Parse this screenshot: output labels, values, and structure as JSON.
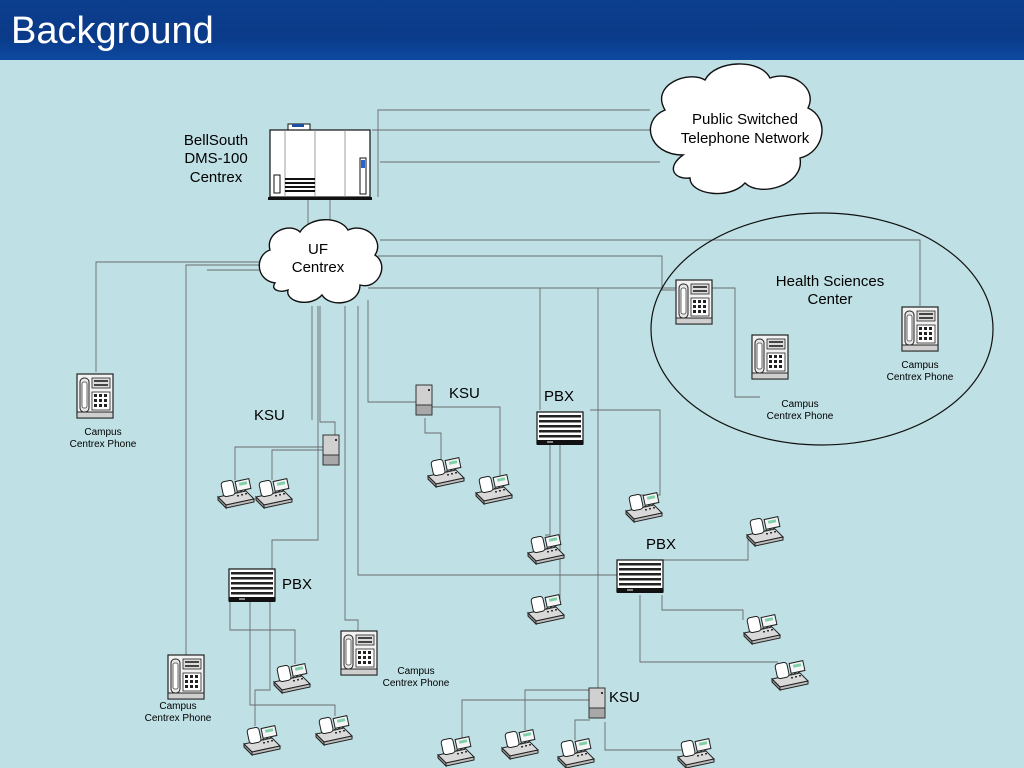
{
  "title": "Background",
  "labels": {
    "pstn": [
      "Public Switched",
      "Telephone Network"
    ],
    "dms": [
      "BellSouth",
      "DMS-100",
      "Centrex"
    ],
    "uf": [
      "UF",
      "Centrex"
    ],
    "hsc": [
      "Health Sciences",
      "Center"
    ],
    "ksu": "KSU",
    "pbx": "PBX",
    "campus_phone": [
      "Campus",
      "Centrex Phone"
    ]
  },
  "colors": {
    "background": "#bfe0e4",
    "header": "#0d3f8f",
    "line": "#6b6b6b",
    "cloud": "#ffffff"
  },
  "icons": [
    "cloud-icon",
    "switch-cabinet-icon",
    "desk-phone-icon",
    "ksu-unit-icon",
    "pbx-unit-icon"
  ]
}
